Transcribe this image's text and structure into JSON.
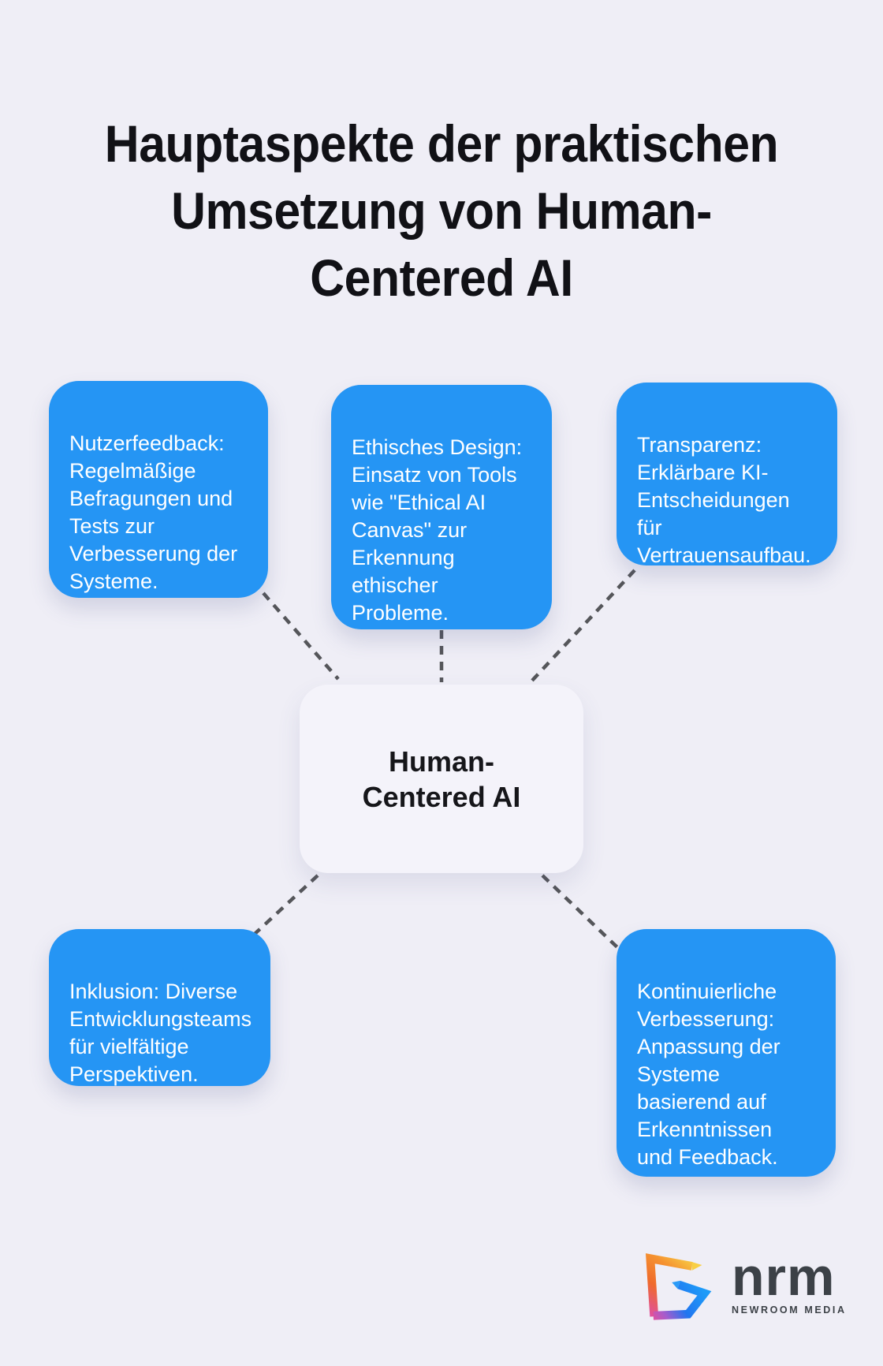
{
  "title": {
    "lines": [
      "Hauptaspekte der praktischen",
      "Umsetzung von Human-",
      "Centered AI"
    ]
  },
  "diagram": {
    "center_node": {
      "label_lines": [
        "Human-",
        "Centered AI"
      ]
    },
    "nodes": [
      {
        "id": "nutzerfeedback",
        "text_lines": [
          "Nutzerfeedback:",
          "Regelmäßige",
          "Befragungen und",
          "Tests zur",
          "Verbesserung der",
          "Systeme."
        ]
      },
      {
        "id": "ethisches-design",
        "text_lines": [
          "Ethisches Design:",
          "Einsatz von Tools",
          "wie \"Ethical AI",
          "Canvas\" zur",
          "Erkennung",
          "ethischer",
          "Probleme."
        ]
      },
      {
        "id": "transparenz",
        "text_lines": [
          "Transparenz:",
          "Erklärbare KI-",
          "Entscheidungen",
          "für",
          "Vertrauensaufbau."
        ]
      },
      {
        "id": "inklusion",
        "text_lines": [
          "Inklusion: Diverse",
          "Entwicklungsteams",
          "für vielfältige",
          "Perspektiven."
        ]
      },
      {
        "id": "kontinuierliche-verbesserung",
        "text_lines": [
          "Kontinuierliche",
          "Verbesserung:",
          "Anpassung der",
          "Systeme",
          "basierend auf",
          "Erkenntnissen",
          "und Feedback."
        ]
      }
    ]
  },
  "logo": {
    "brand": "nrm",
    "tagline": "NEWROOM MEDIA"
  },
  "colors": {
    "background": "#efeef6",
    "node_blue": "#2595f4",
    "node_text": "#ffffff",
    "center_node_bg": "#f4f3fa",
    "title_text": "#111116",
    "connector_gray": "#55565a",
    "logo_text_dark": "#3c4147",
    "logo_gradient_warm": [
      "#e0519e",
      "#ef6a2c",
      "#f59230",
      "#f8cf45"
    ],
    "logo_gradient_cool": [
      "#1e9bf8",
      "#2176f0",
      "#a75ccc",
      "#e0519e"
    ]
  }
}
